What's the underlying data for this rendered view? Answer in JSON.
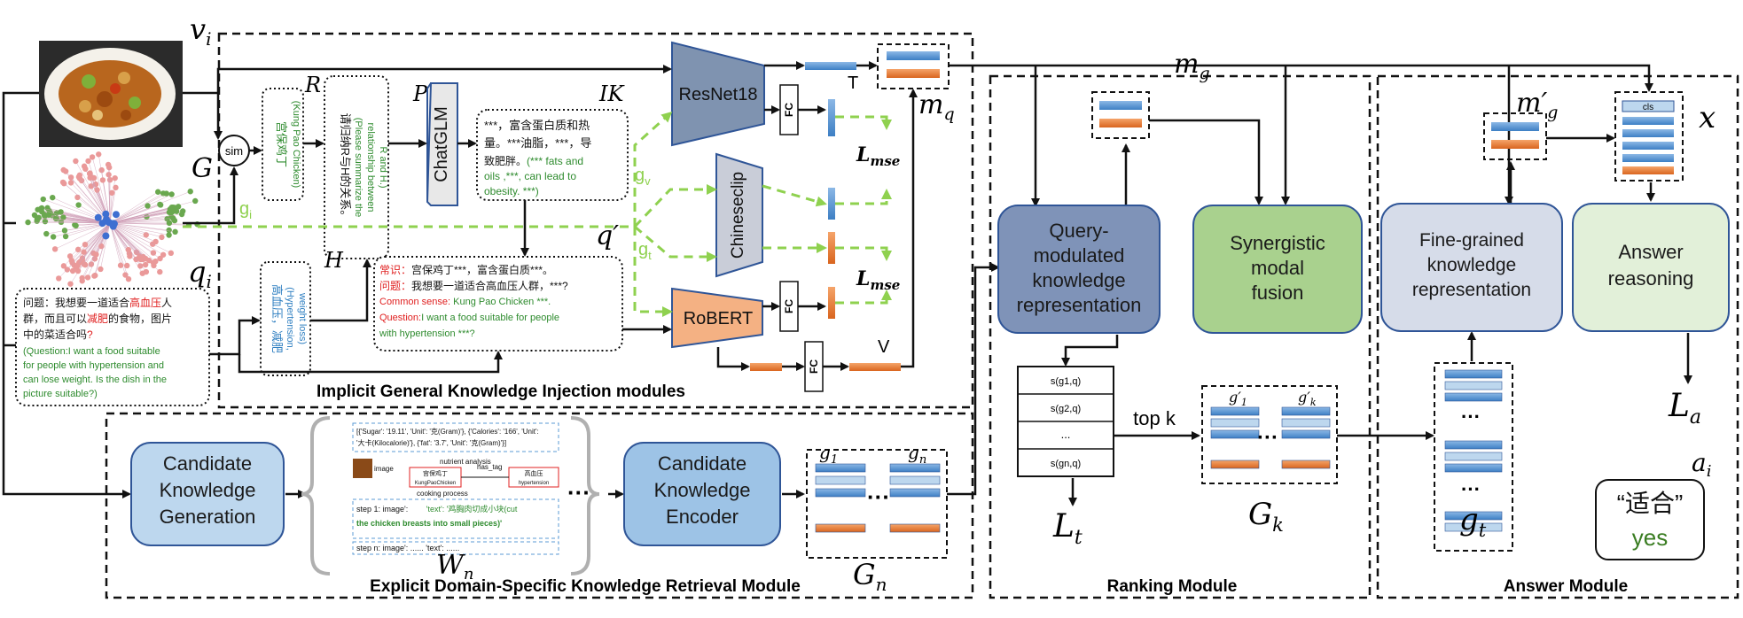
{
  "symbols": {
    "v_i": "v",
    "v_i_sub": "i",
    "G": "G",
    "q_i": "q",
    "q_i_sub": "i",
    "R": "R",
    "P": "P",
    "H": "H",
    "IK": "IK",
    "q_prime": "q′",
    "g_i": "g",
    "g_i_sub": "i",
    "g_v": "g",
    "g_v_sub": "v",
    "g_t": "g",
    "g_t_sub": "t",
    "T": "T",
    "V": "V",
    "m_q": "m",
    "m_q_sub": "q",
    "L_mse_1": "L",
    "L_mse_1_sub": "mse",
    "L_mse_2": "L",
    "L_mse_2_sub": "mse",
    "m_g": "m",
    "m_g_sub": "g",
    "m_g_prime": "m′",
    "m_g_prime_sub": "g",
    "x": "x",
    "L_a": "L",
    "L_a_sub": "a",
    "a_i": "a",
    "a_i_sub": "i",
    "L_t": "L",
    "L_t_sub": "t",
    "G_k": "G",
    "G_k_sub": "k",
    "g_t_bottom": "g",
    "g_t_bottom_sub": "t",
    "G_n": "G",
    "G_n_sub": "n",
    "W_n": "W",
    "W_n_sub": "n",
    "g1": "g",
    "g1_sub": "1",
    "gn": "g",
    "gn_sub": "n",
    "g1_prime": "g′",
    "g1_prime_sub": "1",
    "gk_prime": "g′",
    "gk_prime_sub": "k",
    "sim": "sim",
    "fc": "FC",
    "cls": "cls"
  },
  "r_box": {
    "zh": "宫保鸡丁",
    "en": "(Kung Pao Chicken)"
  },
  "p_box": {
    "zh": "请归纳R与H的关系。",
    "en1": "(Please summarize the",
    "en2": "relationship between",
    "en3": "R and H.)"
  },
  "h_box": {
    "zh1": "高血压，",
    "zh2": "减肥",
    "en1": "(Hypertension,",
    "en2": "weight loss)"
  },
  "ik_box": {
    "l1": "***，富含蛋白质和热",
    "l2": "量。***油脂，***，导",
    "l3": "致肥胖。(*** fats and",
    "l4": "oils ,***, can lead to",
    "l5": "obesity. ***)"
  },
  "q_box": {
    "l1a": "问题：我想要一道适合",
    "l1b": "高血压",
    "l1c": "人",
    "l2a": "群，而且可以",
    "l2b": "减肥",
    "l2c": "的食物，图片",
    "l3a": "中的菜适合吗",
    "l3b": "?",
    "l4": "(Question:I want a food suitable",
    "l5": "for people with hypertension and",
    "l6": "can lose weight. Is the dish in the",
    "l7": "picture suitable?)"
  },
  "qprime_box": {
    "cs_zh_label": "常识：",
    "cs_zh": "宫保鸡丁***，富含蛋白质***。",
    "q_zh_label": "问题：",
    "q_zh": "我想要一道适合高血压人群，***?",
    "cs_en_label": "Common sense: ",
    "cs_en": "Kung Pao Chicken ***.",
    "q_en_label": "Question:",
    "q_en1": "I want a food suitable for people",
    "q_en2": "with hypertension ***?"
  },
  "modules": {
    "chatglm": "ChatGLM",
    "resnet": "ResNet18",
    "chineseclip": "Chineseclip",
    "robert": "RoBERT",
    "implicit_title": "Implicit General Knowledge Injection modules",
    "explicit_title": "Explicit Domain-Specific Knowledge Retrieval Module",
    "ranking_title": "Ranking Module",
    "answer_title": "Answer Module",
    "ckg": [
      "Candidate",
      "Knowledge",
      "Generation"
    ],
    "cke": [
      "Candidate",
      "Knowledge",
      "Encoder"
    ],
    "qmkr": [
      "Query-",
      "modulated",
      "knowledge",
      "representation"
    ],
    "smf": [
      "Synergistic",
      "modal",
      "fusion"
    ],
    "fgkr": [
      "Fine-grained",
      "knowledge",
      "representation"
    ],
    "ar": [
      "Answer",
      "reasoning"
    ]
  },
  "ranking": {
    "rows": [
      "s(g1,q)",
      "s(g2,q)",
      "...",
      "s(gn,q)"
    ],
    "topk": "top k"
  },
  "answer": {
    "zh": "“适合”",
    "en": "yes"
  },
  "wn_content": {
    "json1": "[{'Sugar': '19.11', 'Unit': '克(Gram)'}, {'Calories': '166', 'Unit':",
    "json2": "'大卡(Kilocalorie)'}, {'fat': '3.7', 'Unit': '克(Gram)'}]",
    "nutrient": "nutrient analysis",
    "image": "image",
    "has_tag": "has_tag",
    "kp_zh": "宫保鸡丁",
    "kp_en": "KungPaoChicken",
    "ht_zh": "高血压",
    "ht_en": "hypertension",
    "cooking": "cooking process",
    "step1a": "step 1: image': ",
    "step1b": "'text': '鸡胸肉切成小块(cut",
    "step1c": "the chicken breasts into small pieces)'",
    "stepn": "step n: image': ......   'text': ......"
  },
  "colors": {
    "green_text": "#2e8b2e",
    "blue_text": "#2f7fc1",
    "red_text": "#e02020",
    "dashed_green": "#8fd14f",
    "resnet_fill": "#7f93b0",
    "chinese_fill": "#c9cdd8",
    "robert_fill": "#f4b183",
    "qmkr_fill": "#7f93b8",
    "smf_fill": "#a9d18e",
    "fgkr_fill": "#d6dce9",
    "ar_fill": "#e2f0d9",
    "ckg_fill": "#bdd7ee",
    "cke_fill": "#9dc3e6",
    "bar_blue": "#5b9bd5",
    "bar_orange": "#ed7d31",
    "bar_light": "#bdd7ee"
  },
  "icons": {
    "food_photo": "kung-pao-chicken-photo",
    "graph": "knowledge-graph-icon"
  }
}
